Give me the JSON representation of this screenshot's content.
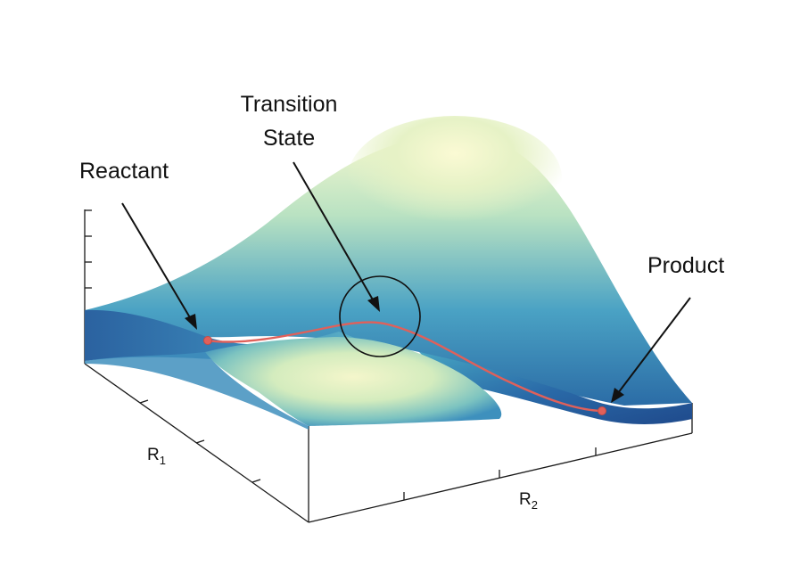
{
  "labels": {
    "reactant": "Reactant",
    "transition_line1": "Transition",
    "transition_line2": "State",
    "product": "Product"
  },
  "axes": {
    "r1_main": "R",
    "r1_sub": "1",
    "r2_main": "R",
    "r2_sub": "2"
  },
  "colors": {
    "surface_low": "#1f4f8f",
    "surface_mid": "#3fa0c0",
    "surface_high": "#f4f8cc",
    "path": "#e0605a",
    "ink": "#111111"
  }
}
